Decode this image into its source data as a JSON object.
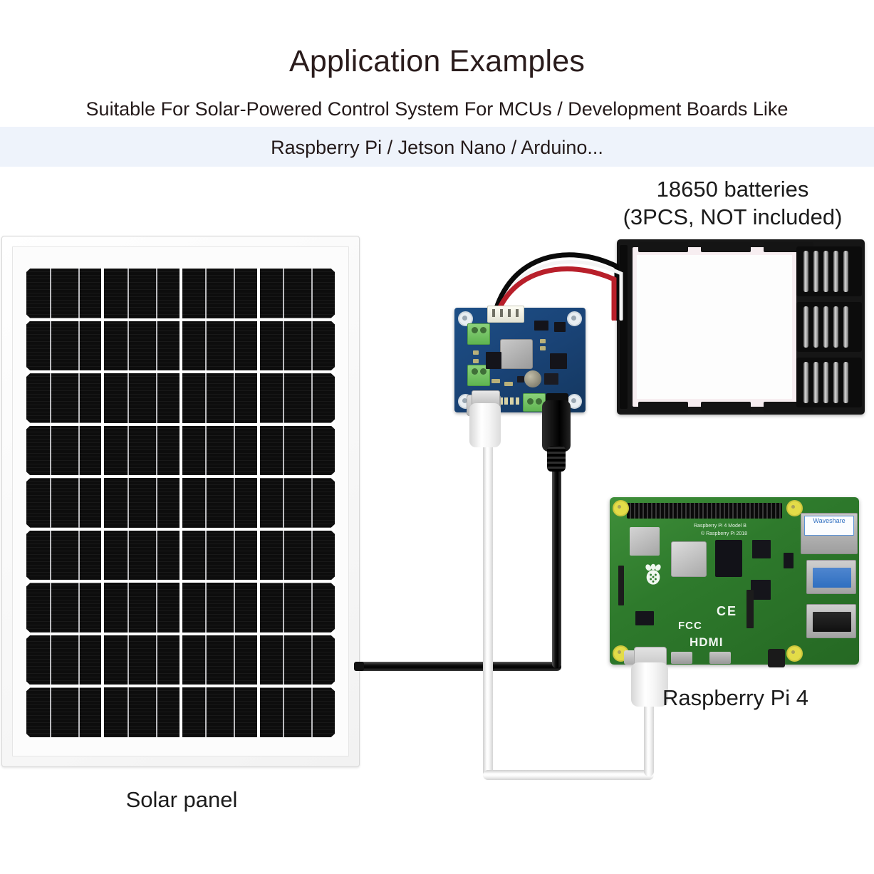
{
  "header": {
    "title": "Application Examples",
    "subtitle_line1": "Suitable For Solar-Powered Control System For MCUs / Development Boards Like",
    "subtitle_line2": "Raspberry Pi / Jetson Nano / Arduino...",
    "band_color": "#eef3fb",
    "title_color": "#2a1c1c"
  },
  "labels": {
    "battery": "18650 batteries\n(3PCS, NOT included)",
    "battery_line1": "18650 batteries",
    "battery_line2": "(3PCS, NOT included)",
    "solar_panel": "Solar panel",
    "raspberry_pi": "Raspberry Pi 4"
  },
  "solar_panel": {
    "frame_color": "#f2f2f2",
    "cell_color": "#0d0d0d",
    "rows": 9,
    "columns": 4,
    "cable_color": "#000000"
  },
  "battery_holder": {
    "cells": 3,
    "body_color": "#161616",
    "slot_color": "#f7eef1",
    "harness_wires": [
      "black",
      "white",
      "red"
    ]
  },
  "charger_board": {
    "pcb_color": "#1a4478",
    "terminal_color": "#5fb451",
    "connectors": [
      "jst-battery-connector",
      "usb-c-output",
      "dc-barrel-input",
      "screw-terminal-1",
      "screw-terminal-2"
    ]
  },
  "raspberry_pi": {
    "pcb_color": "#2e7a2c",
    "silkscreen_model": "Raspberry Pi 4 Model B",
    "silkscreen_copyright": "© Raspberry Pi 2018",
    "ethernet_label": "Waveshare",
    "marks": [
      "CE",
      "FCC",
      "HDMI"
    ],
    "usb3_color": "#2f6fc0",
    "ports": [
      "ethernet",
      "usb-3-0",
      "usb-2-0",
      "hdmi-0",
      "hdmi-1",
      "usb-c-power",
      "audio-jack",
      "gpio-header"
    ]
  },
  "cables": {
    "solar_to_board": "black",
    "board_to_pi": "white"
  }
}
